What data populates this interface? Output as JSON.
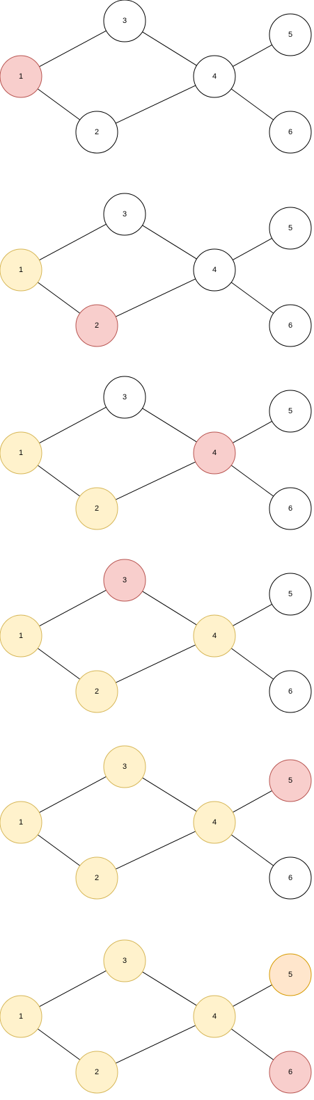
{
  "colors": {
    "white": {
      "fill": "#ffffff",
      "stroke": "#000000"
    },
    "red": {
      "fill": "#f8cecc",
      "stroke": "#b85450"
    },
    "yellow": {
      "fill": "#fff2cc",
      "stroke": "#d6b656"
    },
    "orange": {
      "fill": "#ffe6cc",
      "stroke": "#d79b00"
    }
  },
  "graph": {
    "nodes": [
      "1",
      "2",
      "3",
      "4",
      "5",
      "6"
    ],
    "edges": [
      [
        "1",
        "3"
      ],
      [
        "1",
        "2"
      ],
      [
        "3",
        "4"
      ],
      [
        "2",
        "4"
      ],
      [
        "4",
        "5"
      ],
      [
        "4",
        "6"
      ]
    ]
  },
  "steps": [
    {
      "states": {
        "1": "red",
        "2": "white",
        "3": "white",
        "4": "white",
        "5": "white",
        "6": "white"
      }
    },
    {
      "states": {
        "1": "yellow",
        "2": "red",
        "3": "white",
        "4": "white",
        "5": "white",
        "6": "white"
      }
    },
    {
      "states": {
        "1": "yellow",
        "2": "yellow",
        "3": "white",
        "4": "red",
        "5": "white",
        "6": "white"
      }
    },
    {
      "states": {
        "1": "yellow",
        "2": "yellow",
        "3": "red",
        "4": "yellow",
        "5": "white",
        "6": "white"
      }
    },
    {
      "states": {
        "1": "yellow",
        "2": "yellow",
        "3": "yellow",
        "4": "yellow",
        "5": "red",
        "6": "white"
      }
    },
    {
      "states": {
        "1": "yellow",
        "2": "yellow",
        "3": "yellow",
        "4": "yellow",
        "5": "orange",
        "6": "red"
      }
    }
  ]
}
